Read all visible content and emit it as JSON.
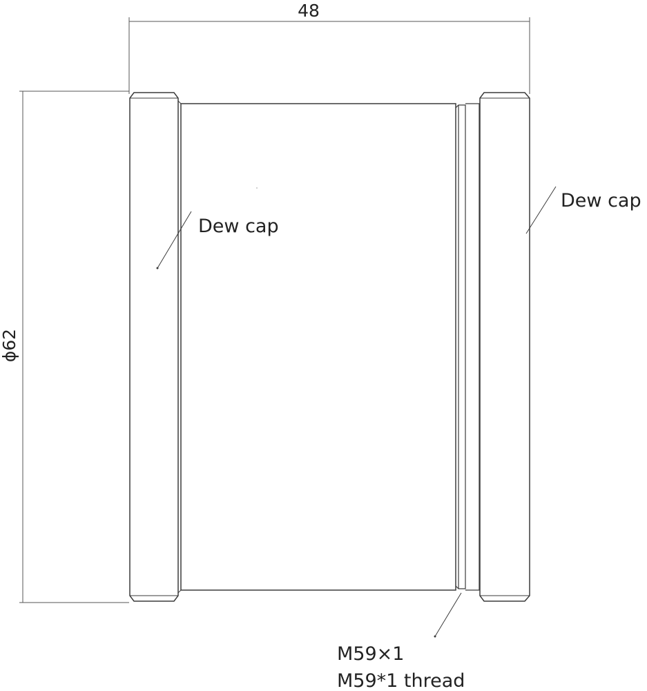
{
  "dimensions": {
    "width_value": "48",
    "diameter_value": "ϕ62"
  },
  "callouts": {
    "dew_cap_left": "Dew cap",
    "dew_cap_right": "Dew cap",
    "thread_line1": "M59×1",
    "thread_line2": "M59*1 thread"
  },
  "colors": {
    "line": "#3a3a3a",
    "dim_line": "#555555",
    "text": "#222222",
    "background": "#ffffff"
  }
}
